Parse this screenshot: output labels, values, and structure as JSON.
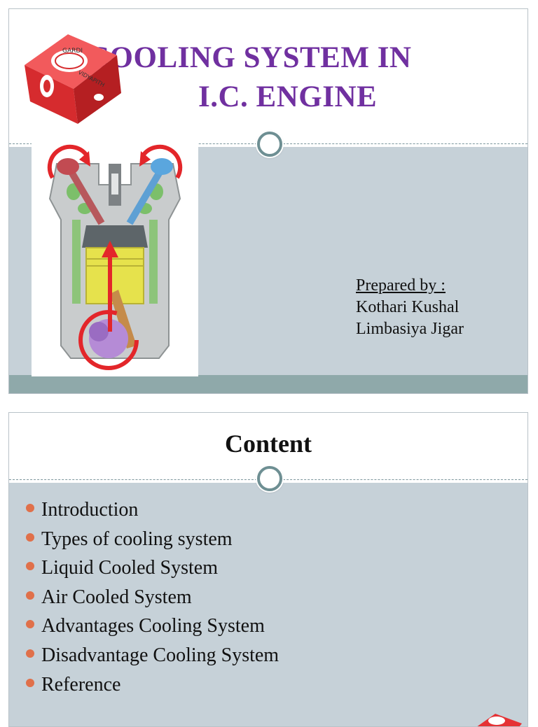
{
  "slide1": {
    "title_line1": "COOLING SYSTEM IN",
    "title_line2": "I.C. ENGINE",
    "logo_text_top": "GARDI",
    "logo_text_side": "VIDYAPITH",
    "prepared_label": "Prepared by :",
    "author1": "Kothari Kushal",
    "author2": "Limbasiya Jigar",
    "image_icon": "engine-cutaway-illustration"
  },
  "slide2": {
    "title": "Content",
    "items": [
      "Introduction",
      "Types of cooling system",
      "Liquid Cooled System",
      "Air Cooled System",
      "Advantages Cooling System",
      "Disadvantage Cooling System",
      "Reference"
    ]
  },
  "colors": {
    "title": "#7030a0",
    "band": "#c6d1d8",
    "footer": "#8fa9aa",
    "bullet": "#e0704a",
    "logo_red": "#e53235"
  }
}
